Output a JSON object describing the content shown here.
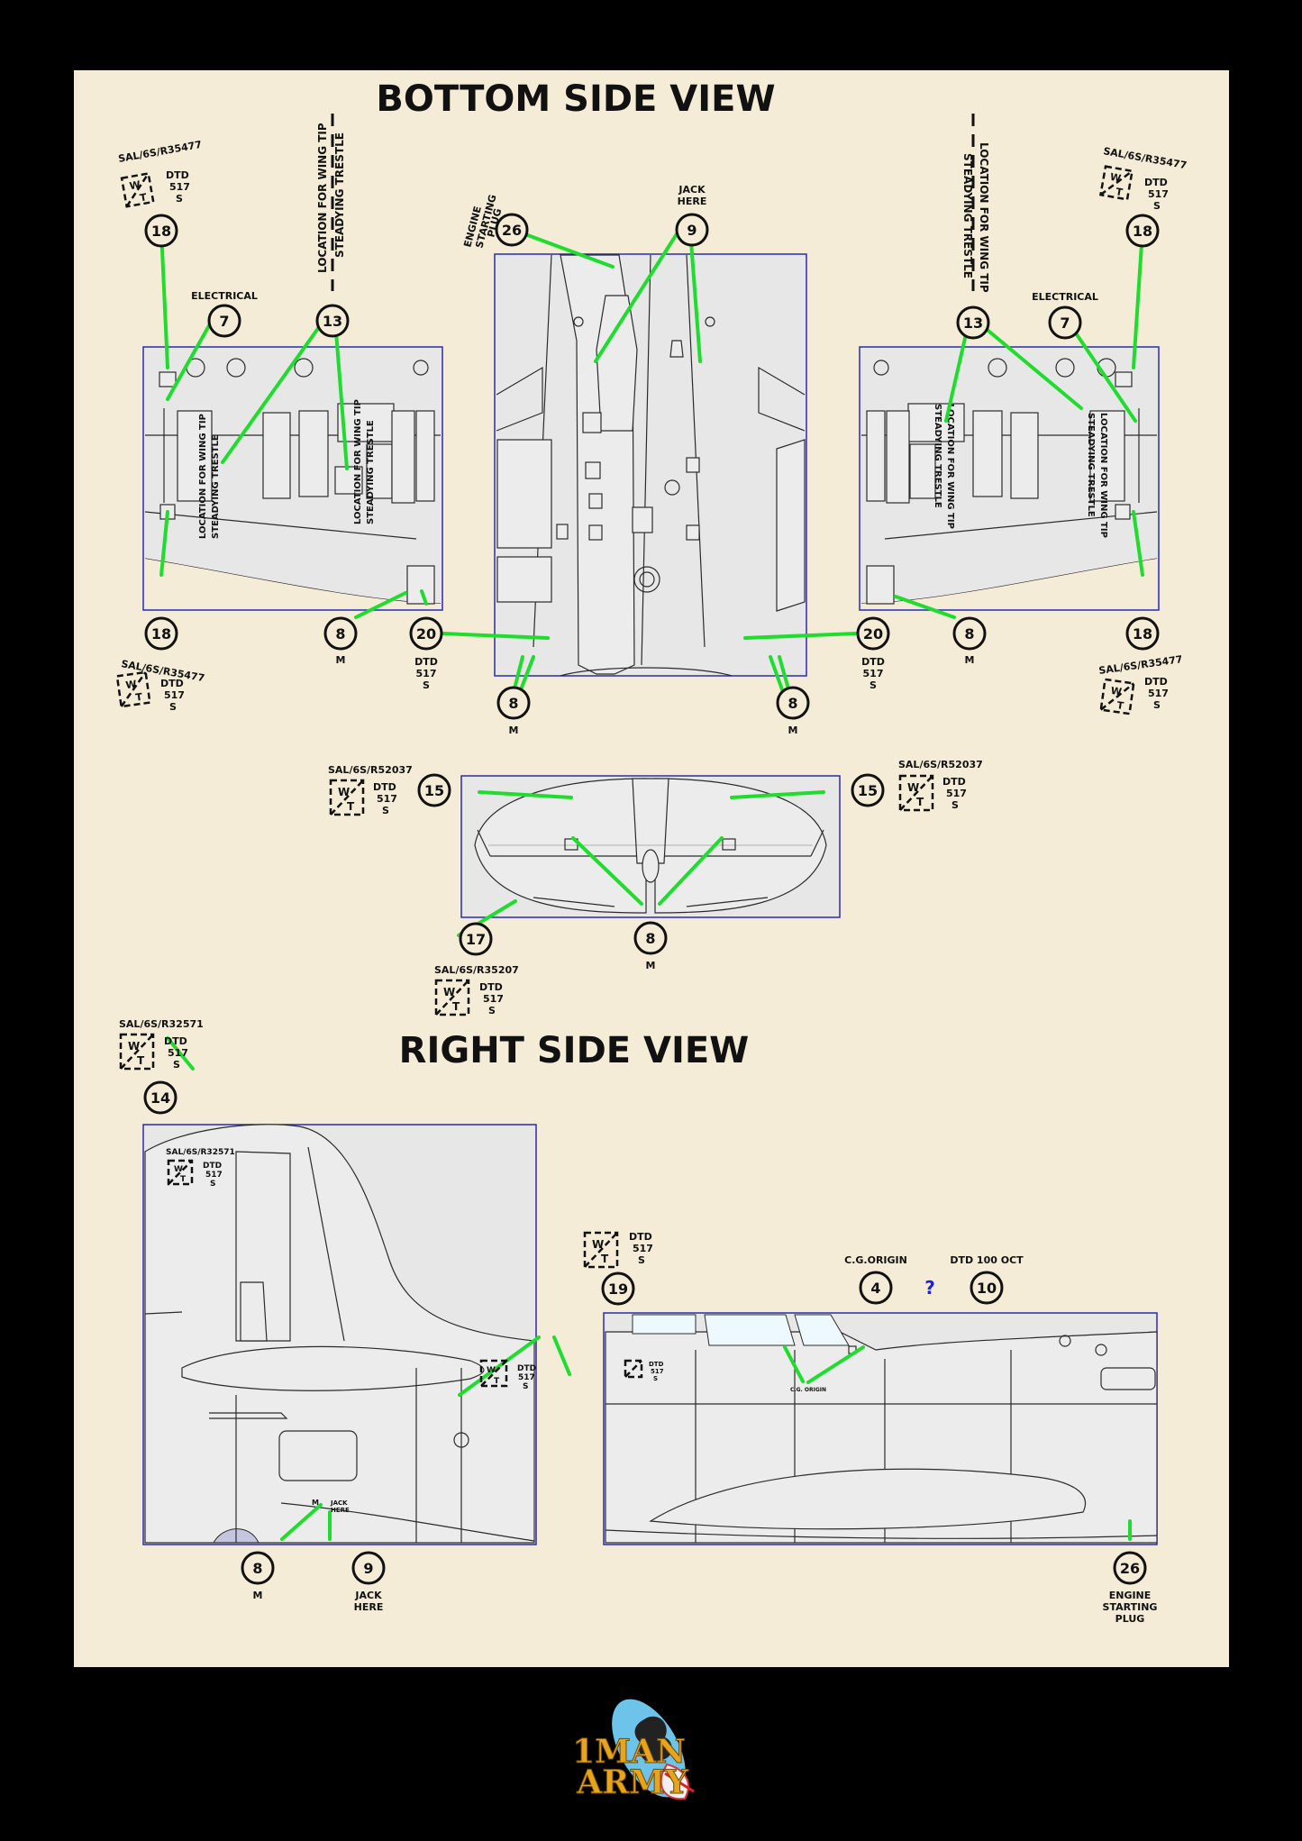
{
  "titles": {
    "bottom": "BOTTOM SIDE VIEW",
    "right": "RIGHT SIDE VIEW"
  },
  "texts": {
    "sal_r35477": "SAL/6S/R35477",
    "sal_r52037": "SAL/6S/R52037",
    "sal_r35207": "SAL/6S/R35207",
    "sal_r32571": "SAL/6S/R32571",
    "dtd": "DTD",
    "dtd_517": "517",
    "dtd_s": "S",
    "w": "W",
    "t": "T",
    "m": "M",
    "electrical": "ELECTRICAL",
    "jack_1": "JACK",
    "jack_2": "HERE",
    "engine_1": "ENGINE",
    "engine_2": "STARTING",
    "engine_3": "PLUG",
    "trestle_1": "LOCATION FOR WING TIP",
    "trestle_2": "STEADYING TRESTLE",
    "cg_origin": "C.G.ORIGIN",
    "cg_origin_small": "C.G. ORIGIN",
    "dtd_100_oct": "DTD 100 OCT",
    "question": "?"
  },
  "callouts": {
    "c18": "18",
    "c7": "7",
    "c13": "13",
    "c9": "9",
    "c26": "26",
    "c8": "8",
    "c20": "20",
    "c15": "15",
    "c17": "17",
    "c14": "14",
    "c19": "19",
    "c4": "4",
    "c10": "10"
  },
  "logo": {
    "line1": "1MAN",
    "line2": "ARMY"
  },
  "colors": {
    "leader": "#1fdc2f",
    "frame": "#2b2bb0",
    "background": "#f4ecd6",
    "border": "#000000",
    "logo_text": "#e8a41c",
    "question": "#2222cc"
  }
}
